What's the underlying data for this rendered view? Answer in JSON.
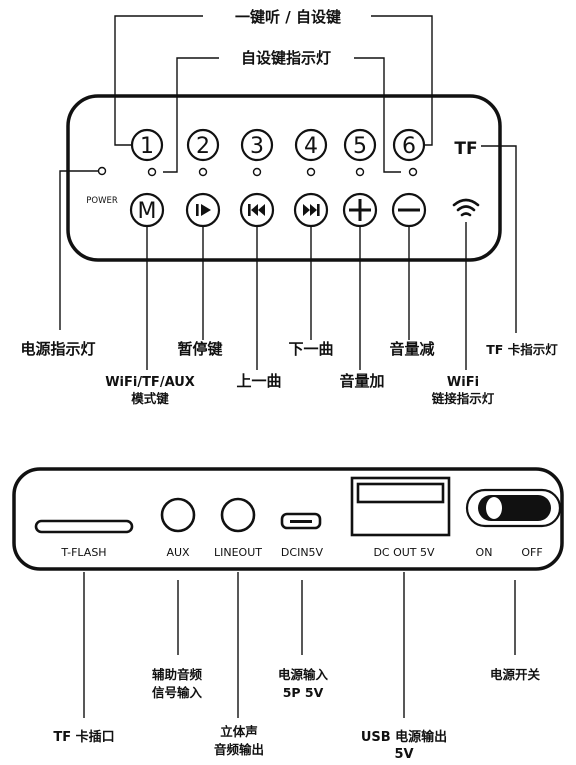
{
  "top_panel": {
    "label_one_key_listen": "一键听 / 自设键",
    "label_custom_indicator": "自设键指示灯",
    "number_keys": [
      "1",
      "2",
      "3",
      "4",
      "5",
      "6"
    ],
    "tf_text": "TF",
    "power_text": "POWER",
    "mode_key_glyph": "M",
    "icons": [
      "pause-icon",
      "prev-track-icon",
      "next-track-icon",
      "plus-icon",
      "minus-icon",
      "wifi-icon"
    ],
    "labels": {
      "power_indicator": "电源指示灯",
      "pause_key": "暂停键",
      "mode_key_line1": "WiFi/TF/AUX",
      "mode_key_line2": "模式键",
      "prev_track": "上一曲",
      "next_track": "下一曲",
      "volume_up": "音量加",
      "volume_down": "音量减",
      "wifi_line1": "WiFi",
      "wifi_line2": "链接指示灯",
      "tf_indicator": "TF 卡指示灯"
    }
  },
  "bottom_panel": {
    "port_labels": {
      "tflash": "T-FLASH",
      "aux": "AUX",
      "lineout": "LINEOUT",
      "dcin": "DCIN5V",
      "dcout": "DC OUT 5V",
      "on": "ON",
      "off": "OFF"
    },
    "callouts": {
      "tf_slot": "TF 卡插口",
      "aux_line1": "辅助音频",
      "aux_line2": "信号输入",
      "stereo_line1": "立体声",
      "stereo_line2": "音频输出",
      "power_in_line1": "电源输入",
      "power_in_line2": "5P 5V",
      "usb_line1": "USB 电源输出",
      "usb_line2": "5V",
      "power_switch": "电源开关"
    }
  }
}
